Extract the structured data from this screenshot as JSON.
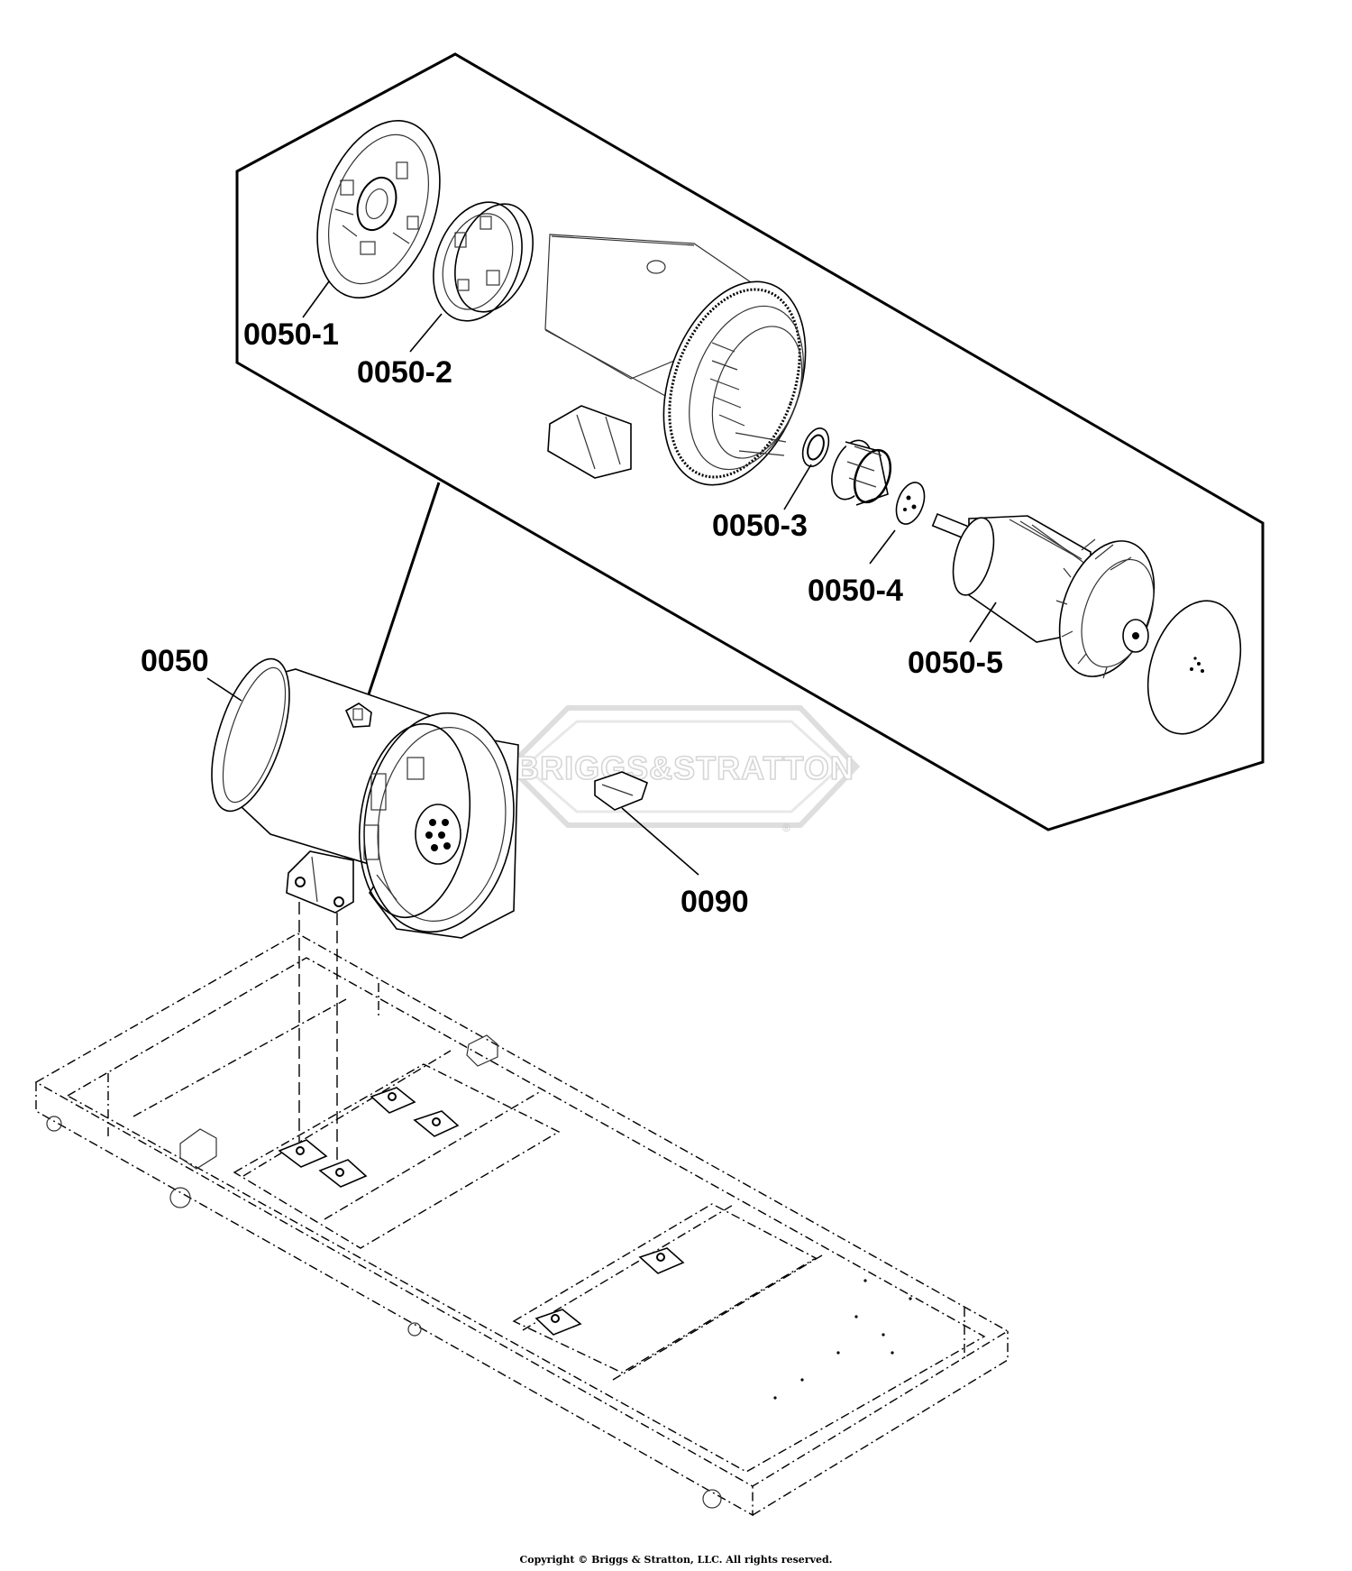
{
  "callouts": {
    "c0050_1": "0050-1",
    "c0050_2": "0050-2",
    "c0050_3": "0050-3",
    "c0050_4": "0050-4",
    "c0050_5": "0050-5",
    "c0050": "0050",
    "c0090": "0090"
  },
  "watermark": {
    "text": "BRIGGS&STRATTON",
    "registered": "®"
  },
  "copyright": "Copyright © Briggs & Stratton, LLC. All rights reserved.",
  "icons": {
    "watermark": "briggs-stratton-logo",
    "end_bracket": "end-bracket-part",
    "exciter_stator": "exciter-stator-part",
    "stator_housing": "stator-housing-part",
    "bearing": "bearing-part",
    "exciter_rotor": "exciter-rotor-part",
    "rectifier": "rectifier-plate-part",
    "rotor": "rotor-assembly-part",
    "alternator": "alternator-assembly-part",
    "bracket_0090": "small-bracket-part",
    "frame": "base-frame-part"
  }
}
